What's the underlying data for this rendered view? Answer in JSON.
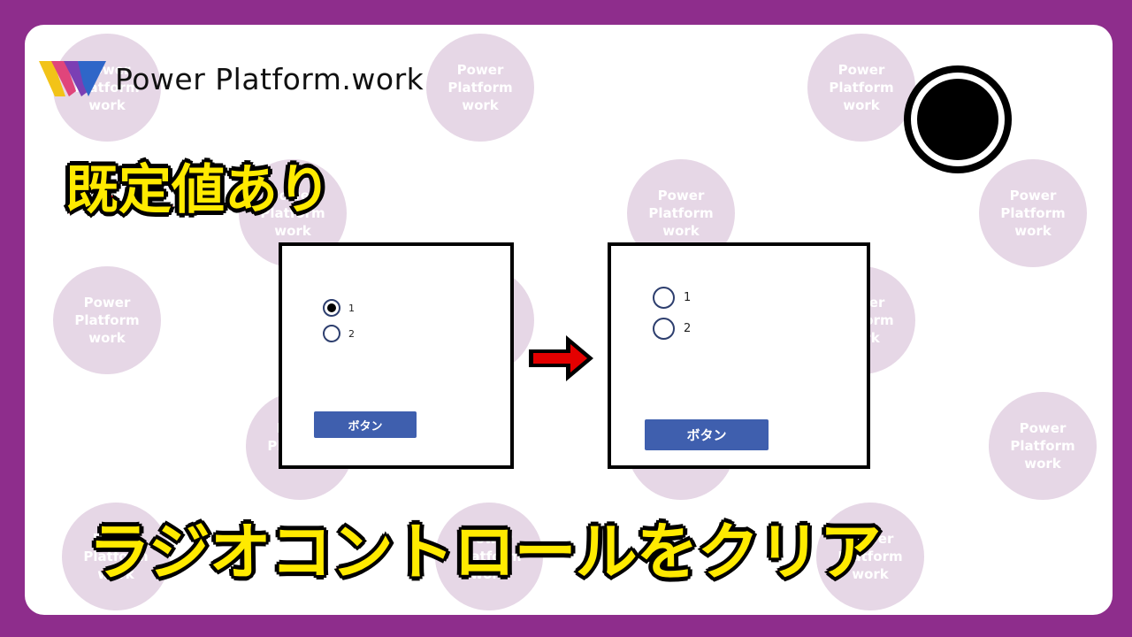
{
  "brand": {
    "name": "Power Platform.work",
    "logo_icon": "power-platform-logo-icon"
  },
  "watermark": {
    "text": "Power\nPlatform\nwork"
  },
  "headline_top": "既定値あり",
  "headline_bottom": "ラジオコントロールをクリア",
  "colors": {
    "frame": "#8e2d8c",
    "headline_fill": "#ffea00",
    "headline_stroke": "#e40000",
    "button": "#3f5fae"
  },
  "panel_before": {
    "radio_options": [
      {
        "label": "1",
        "selected": true
      },
      {
        "label": "2",
        "selected": false
      }
    ],
    "button_label": "ボタン"
  },
  "panel_after": {
    "radio_options": [
      {
        "label": "1",
        "selected": false
      },
      {
        "label": "2",
        "selected": false
      }
    ],
    "button_label": "ボタン"
  },
  "icons": {
    "arrow": "arrow-right-icon",
    "radio": "radio-selected-icon"
  }
}
